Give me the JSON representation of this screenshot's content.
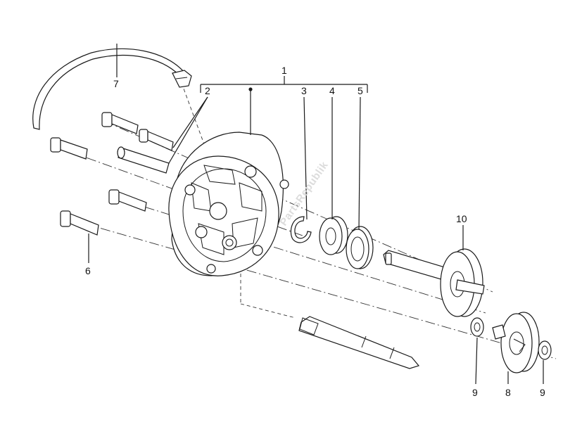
{
  "callouts": {
    "c1": "1",
    "c2": "2",
    "c3": "3",
    "c4": "4",
    "c5": "5",
    "c6": "6",
    "c7": "7",
    "c8": "8",
    "c9a": "9",
    "c9b": "9",
    "c10": "10"
  },
  "watermark": "PartsRepublik"
}
